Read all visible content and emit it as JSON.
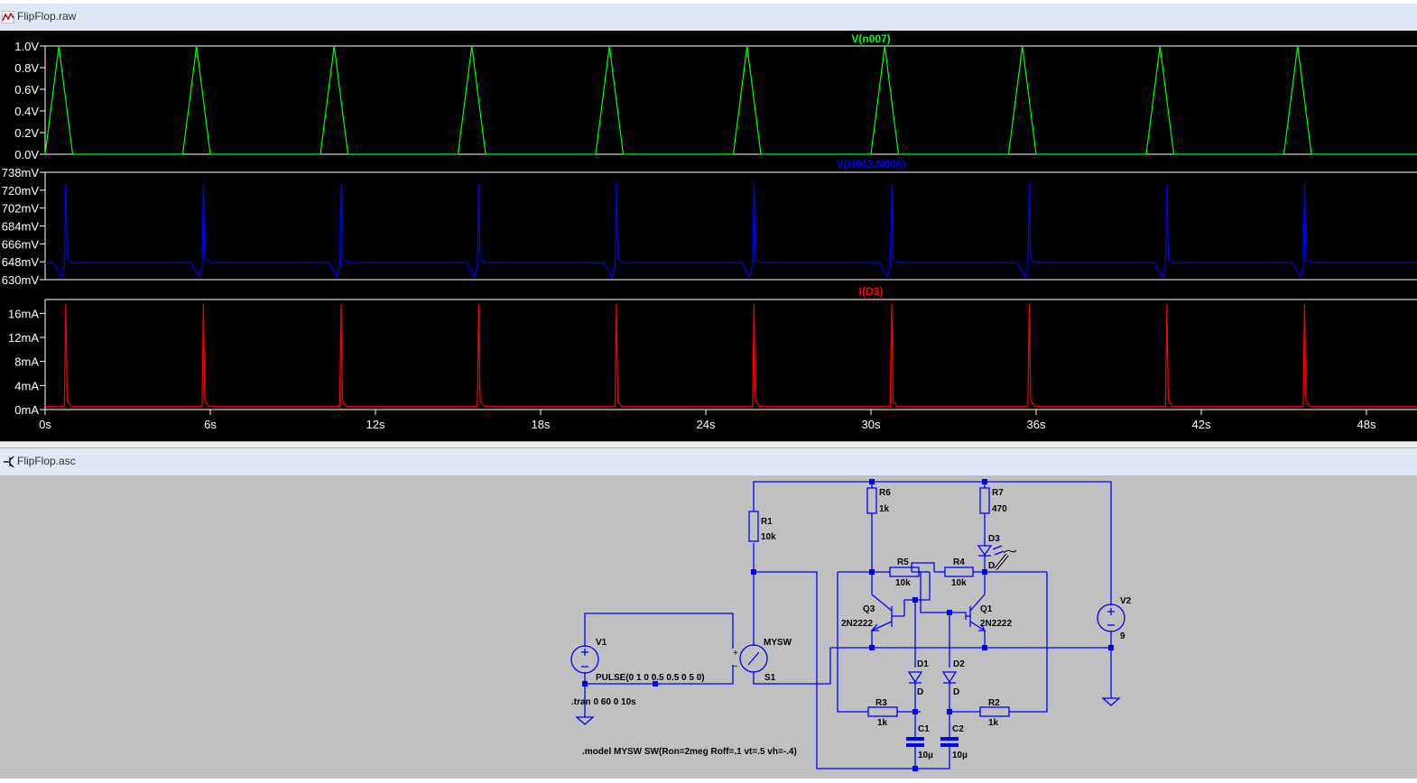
{
  "plot_window": {
    "title": "FlipFlop.raw"
  },
  "schematic_window": {
    "title": "FlipFlop.asc"
  },
  "colors": {
    "v_n007": "#00ff00",
    "v_n002_n006": "#0000ff",
    "i_d3": "#ff0000",
    "wire": "#0000ff",
    "plot_bg": "#000000",
    "schematic_bg": "#c0c0c0"
  },
  "chart_data": [
    {
      "type": "line",
      "title": "V(n007)",
      "x": {
        "ticks": [
          "0s",
          "6s",
          "12s",
          "18s",
          "24s",
          "30s",
          "36s",
          "42s",
          "48s"
        ],
        "range": [
          0,
          50
        ]
      },
      "y": {
        "ticks": [
          "1.0V",
          "0.8V",
          "0.6V",
          "0.4V",
          "0.2V",
          "0.0V"
        ],
        "range": [
          0,
          1.0
        ]
      },
      "grid": false,
      "series": [
        {
          "name": "V(n007)",
          "shape": "triangle pulses",
          "period": 5,
          "peak_times": [
            0.5,
            5.5,
            10.5,
            15.5,
            20.5,
            25.5,
            30.5,
            35.5,
            40.5,
            45.5
          ],
          "peak_value": 1.0,
          "rise_time": 0.5,
          "fall_time": 0.5
        }
      ]
    },
    {
      "type": "line",
      "title": "V(N002,N006)",
      "x": {
        "ticks": [
          "0s",
          "6s",
          "12s",
          "18s",
          "24s",
          "30s",
          "36s",
          "42s",
          "48s"
        ],
        "range": [
          0,
          50
        ]
      },
      "y": {
        "ticks": [
          "738mV",
          "720mV",
          "702mV",
          "684mV",
          "666mV",
          "648mV",
          "630mV"
        ],
        "range": [
          630,
          738
        ]
      },
      "grid": false,
      "series": [
        {
          "name": "V(N002,N006)",
          "baseline": 647,
          "dip": 633,
          "spike_peak": 727,
          "spike_times": [
            0.75,
            5.75,
            10.75,
            15.75,
            20.75,
            25.75,
            30.75,
            35.75,
            40.75,
            45.75
          ]
        }
      ]
    },
    {
      "type": "line",
      "title": "I(D3)",
      "x": {
        "ticks": [
          "0s",
          "6s",
          "12s",
          "18s",
          "24s",
          "30s",
          "36s",
          "42s",
          "48s"
        ],
        "range": [
          0,
          50
        ]
      },
      "y": {
        "ticks": [
          "16mA",
          "12mA",
          "8mA",
          "4mA",
          "0mA"
        ],
        "range": [
          0,
          18
        ]
      },
      "grid": false,
      "series": [
        {
          "name": "I(D3)",
          "baseline": 0.5,
          "spike_peak": 17.5,
          "spike_times": [
            0.75,
            5.75,
            10.75,
            15.75,
            20.75,
            25.75,
            30.75,
            35.75,
            40.75,
            45.75
          ]
        }
      ]
    }
  ],
  "schematic": {
    "components": {
      "r6": {
        "name": "R6",
        "value": "1k"
      },
      "r7": {
        "name": "R7",
        "value": "470"
      },
      "r1": {
        "name": "R1",
        "value": "10k"
      },
      "r5": {
        "name": "R5",
        "value": "10k"
      },
      "r4": {
        "name": "R4",
        "value": "10k"
      },
      "r3": {
        "name": "R3",
        "value": "1k"
      },
      "r2": {
        "name": "R2",
        "value": "1k"
      },
      "d3": {
        "name": "D3",
        "value": "D"
      },
      "d1": {
        "name": "D1",
        "value": "D"
      },
      "d2": {
        "name": "D2",
        "value": "D"
      },
      "q3": {
        "name": "Q3",
        "value": "2N2222"
      },
      "q1": {
        "name": "Q1",
        "value": "2N2222"
      },
      "c1": {
        "name": "C1",
        "value": "10µ"
      },
      "c2": {
        "name": "C2",
        "value": "10µ"
      },
      "v1": {
        "name": "V1",
        "value": "PULSE(0 1 0 0.5 0.5 0 5 0)"
      },
      "v2": {
        "name": "V2",
        "value": "9"
      },
      "s1": {
        "name": "S1",
        "value": "MYSW"
      }
    },
    "directives": {
      "tran": ".tran 0 60 0 10s",
      "model": ".model MYSW SW(Ron=2meg Roff=.1 vt=.5 vh=-.4)"
    }
  }
}
